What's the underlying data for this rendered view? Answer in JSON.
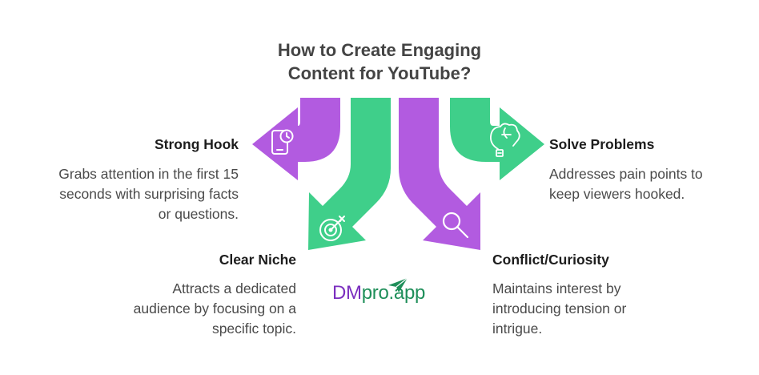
{
  "title": {
    "line1": "How to Create Engaging",
    "line2": "Content for YouTube?"
  },
  "colors": {
    "purple": "#b25be0",
    "green": "#3fcf8a",
    "text_dark": "#1d1d1d",
    "text_body": "#4a4a4a"
  },
  "items": [
    {
      "heading": "Strong Hook",
      "description": [
        "Grabs attention in the first 15",
        "seconds with surprising facts",
        "or questions."
      ],
      "icon": "phone-clock-icon",
      "color": "purple"
    },
    {
      "heading": "Clear Niche",
      "description": [
        "Attracts a dedicated",
        "audience by focusing on a",
        "specific topic."
      ],
      "icon": "target-icon",
      "color": "green"
    },
    {
      "heading": "Conflict/Curiosity",
      "description": [
        "Maintains interest by",
        "introducing tension or",
        "intrigue."
      ],
      "icon": "magnifier-icon",
      "color": "purple"
    },
    {
      "heading": "Solve Problems",
      "description": [
        "Addresses pain points to",
        "keep viewers hooked."
      ],
      "icon": "brain-bulb-icon",
      "color": "green"
    }
  ],
  "logo": {
    "part1": "DM",
    "part2": "pro.app",
    "icon": "paper-plane-icon"
  }
}
